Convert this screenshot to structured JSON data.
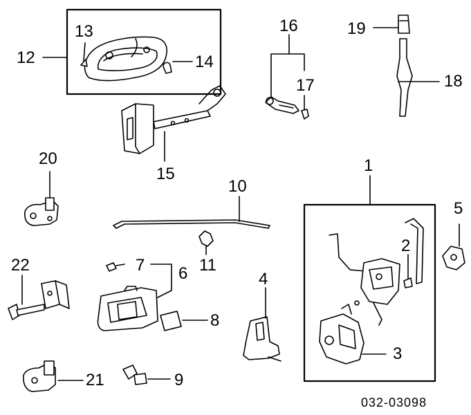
{
  "diagram": {
    "colors": {
      "ink": "#000000",
      "part_fill": "#ffffff",
      "shade": "#cfcfcf"
    },
    "callouts": [
      "1",
      "2",
      "3",
      "4",
      "5",
      "6",
      "7",
      "8",
      "9",
      "10",
      "11",
      "12",
      "13",
      "14",
      "15",
      "16",
      "17",
      "18",
      "19",
      "20",
      "21",
      "22"
    ],
    "figure_code": "032-03098"
  }
}
